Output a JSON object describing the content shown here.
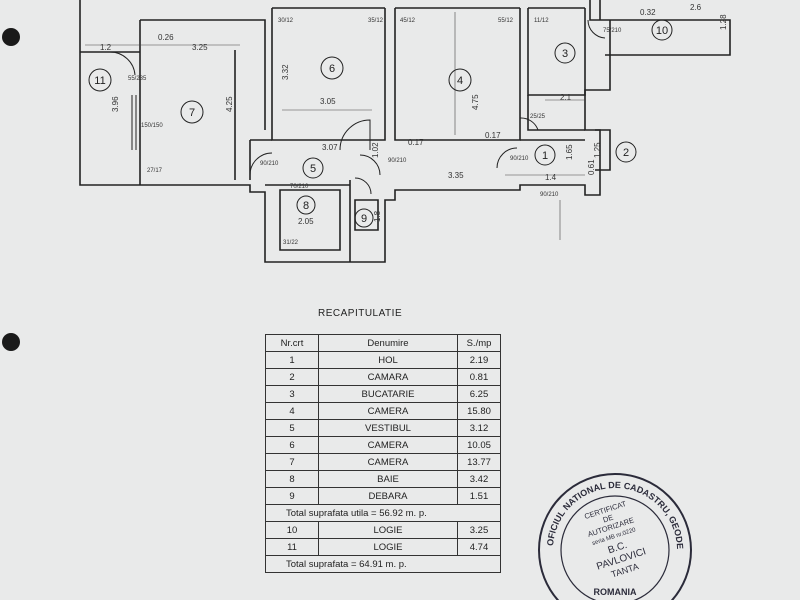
{
  "plan": {
    "room_numbers": [
      "1",
      "2",
      "3",
      "4",
      "5",
      "6",
      "7",
      "8",
      "9",
      "10",
      "11"
    ],
    "dimensions": [
      "1.2",
      "0.26",
      "3.25",
      "3.32",
      "3.05",
      "4.75",
      "2.1",
      "3.96",
      "4.25",
      "3.07",
      "0.17",
      "0.17",
      "3.35",
      "1.4",
      "2.05",
      "1.8",
      "1.02",
      "1.65",
      "1.25",
      "0.61",
      "0.32",
      "2.6",
      "1.28"
    ],
    "doors": [
      "90/210",
      "90/210",
      "90/210",
      "90/210",
      "70/210",
      "75/210",
      "55/235",
      "150/150",
      "27/17",
      "31/22",
      "30/12",
      "35/12",
      "45/12",
      "55/12",
      "11/12",
      "25/25"
    ]
  },
  "recap": {
    "title": "RECAPITULATIE",
    "headers": {
      "nr": "Nr.crt",
      "name": "Denumire",
      "sup": "S./mp"
    },
    "rows": [
      {
        "nr": "1",
        "name": "HOL",
        "sup": "2.19"
      },
      {
        "nr": "2",
        "name": "CAMARA",
        "sup": "0.81"
      },
      {
        "nr": "3",
        "name": "BUCATARIE",
        "sup": "6.25"
      },
      {
        "nr": "4",
        "name": "CAMERA",
        "sup": "15.80"
      },
      {
        "nr": "5",
        "name": "VESTIBUL",
        "sup": "3.12"
      },
      {
        "nr": "6",
        "name": "CAMERA",
        "sup": "10.05"
      },
      {
        "nr": "7",
        "name": "CAMERA",
        "sup": "13.77"
      },
      {
        "nr": "8",
        "name": "BAIE",
        "sup": "3.42"
      },
      {
        "nr": "9",
        "name": "DEBARA",
        "sup": "1.51"
      }
    ],
    "total_util": "Total suprafata utila = 56.92 m. p.",
    "rows2": [
      {
        "nr": "10",
        "name": "LOGIE",
        "sup": "3.25"
      },
      {
        "nr": "11",
        "name": "LOGIE",
        "sup": "4.74"
      }
    ],
    "total": "Total suprafata = 64.91 m. p."
  },
  "stamp": {
    "outer_text": "OFICIUL NATIONAL DE CADASTRU, GEODEZIE SI CARTOGRAFIE",
    "bottom_text": "ROMANIA",
    "inner_lines": [
      "CERTIFICAT",
      "DE",
      "AUTORIZARE",
      "seria MB nr.0220",
      "B.C.",
      "PAVLOVICI",
      "TANTA"
    ]
  },
  "colors": {
    "paper": "#e9eaea",
    "ink": "#222222",
    "stamp": "#2b2b3a"
  }
}
